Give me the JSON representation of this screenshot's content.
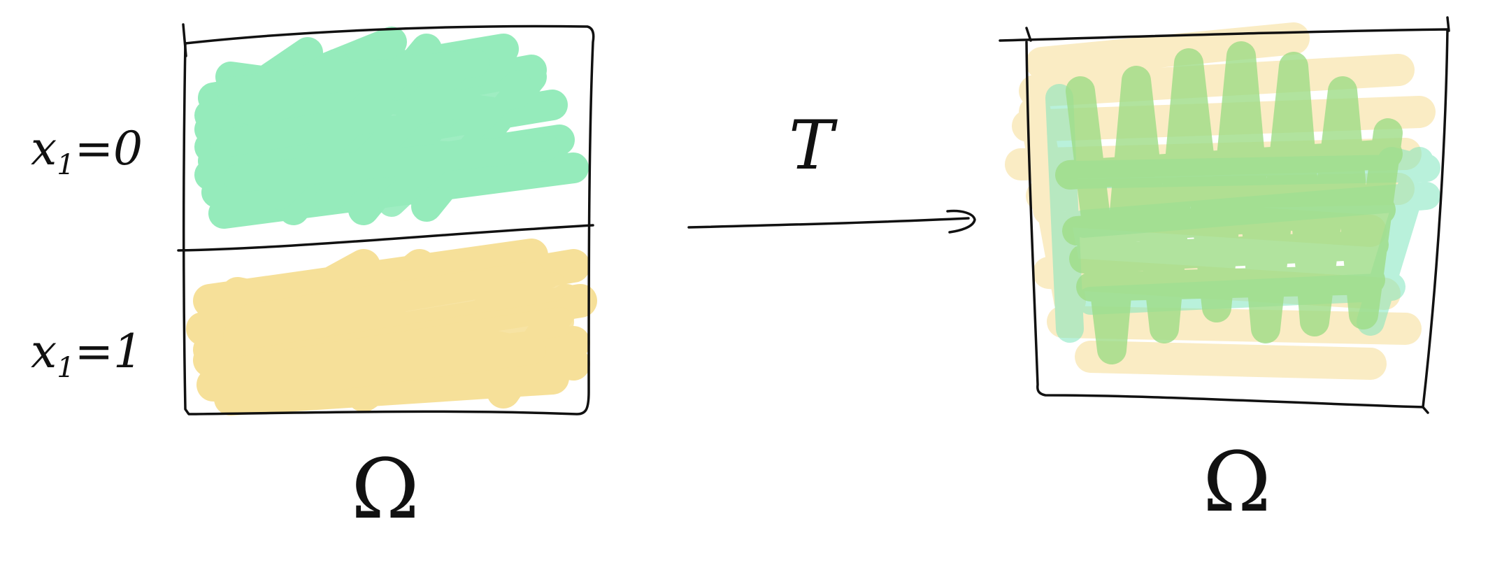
{
  "left_box": {
    "top_condition": {
      "var": "x",
      "index": "1",
      "relation": "=",
      "value": "0"
    },
    "bottom_condition": {
      "var": "x",
      "index": "1",
      "relation": "=",
      "value": "1"
    },
    "domain_label": "Ω"
  },
  "transform": {
    "label": "T"
  },
  "right_box": {
    "domain_label": "Ω"
  },
  "colors": {
    "green": "#3fdc85",
    "yellow": "#f0c846",
    "light_green": "#9ddc86",
    "mint": "#7fe6bd",
    "pale_yellow": "#f5d98a",
    "ink": "#111111"
  }
}
